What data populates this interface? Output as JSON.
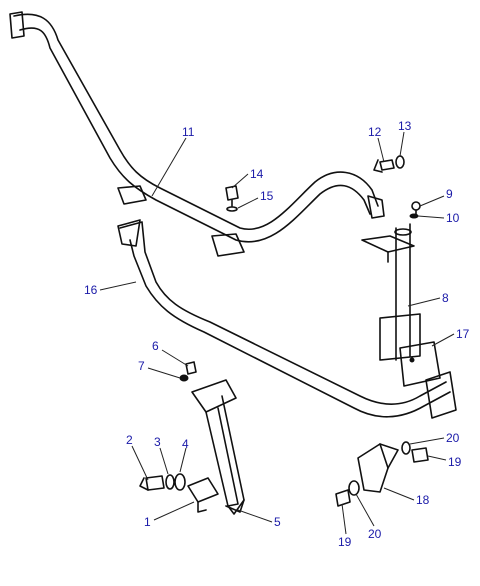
{
  "diagram": {
    "accent_color": "#1a1aa8",
    "callouts": [
      "1",
      "2",
      "3",
      "4",
      "5",
      "6",
      "7",
      "8",
      "9",
      "10",
      "11",
      "12",
      "13",
      "14",
      "15",
      "16",
      "17",
      "18",
      "19",
      "19",
      "20",
      "20"
    ]
  }
}
